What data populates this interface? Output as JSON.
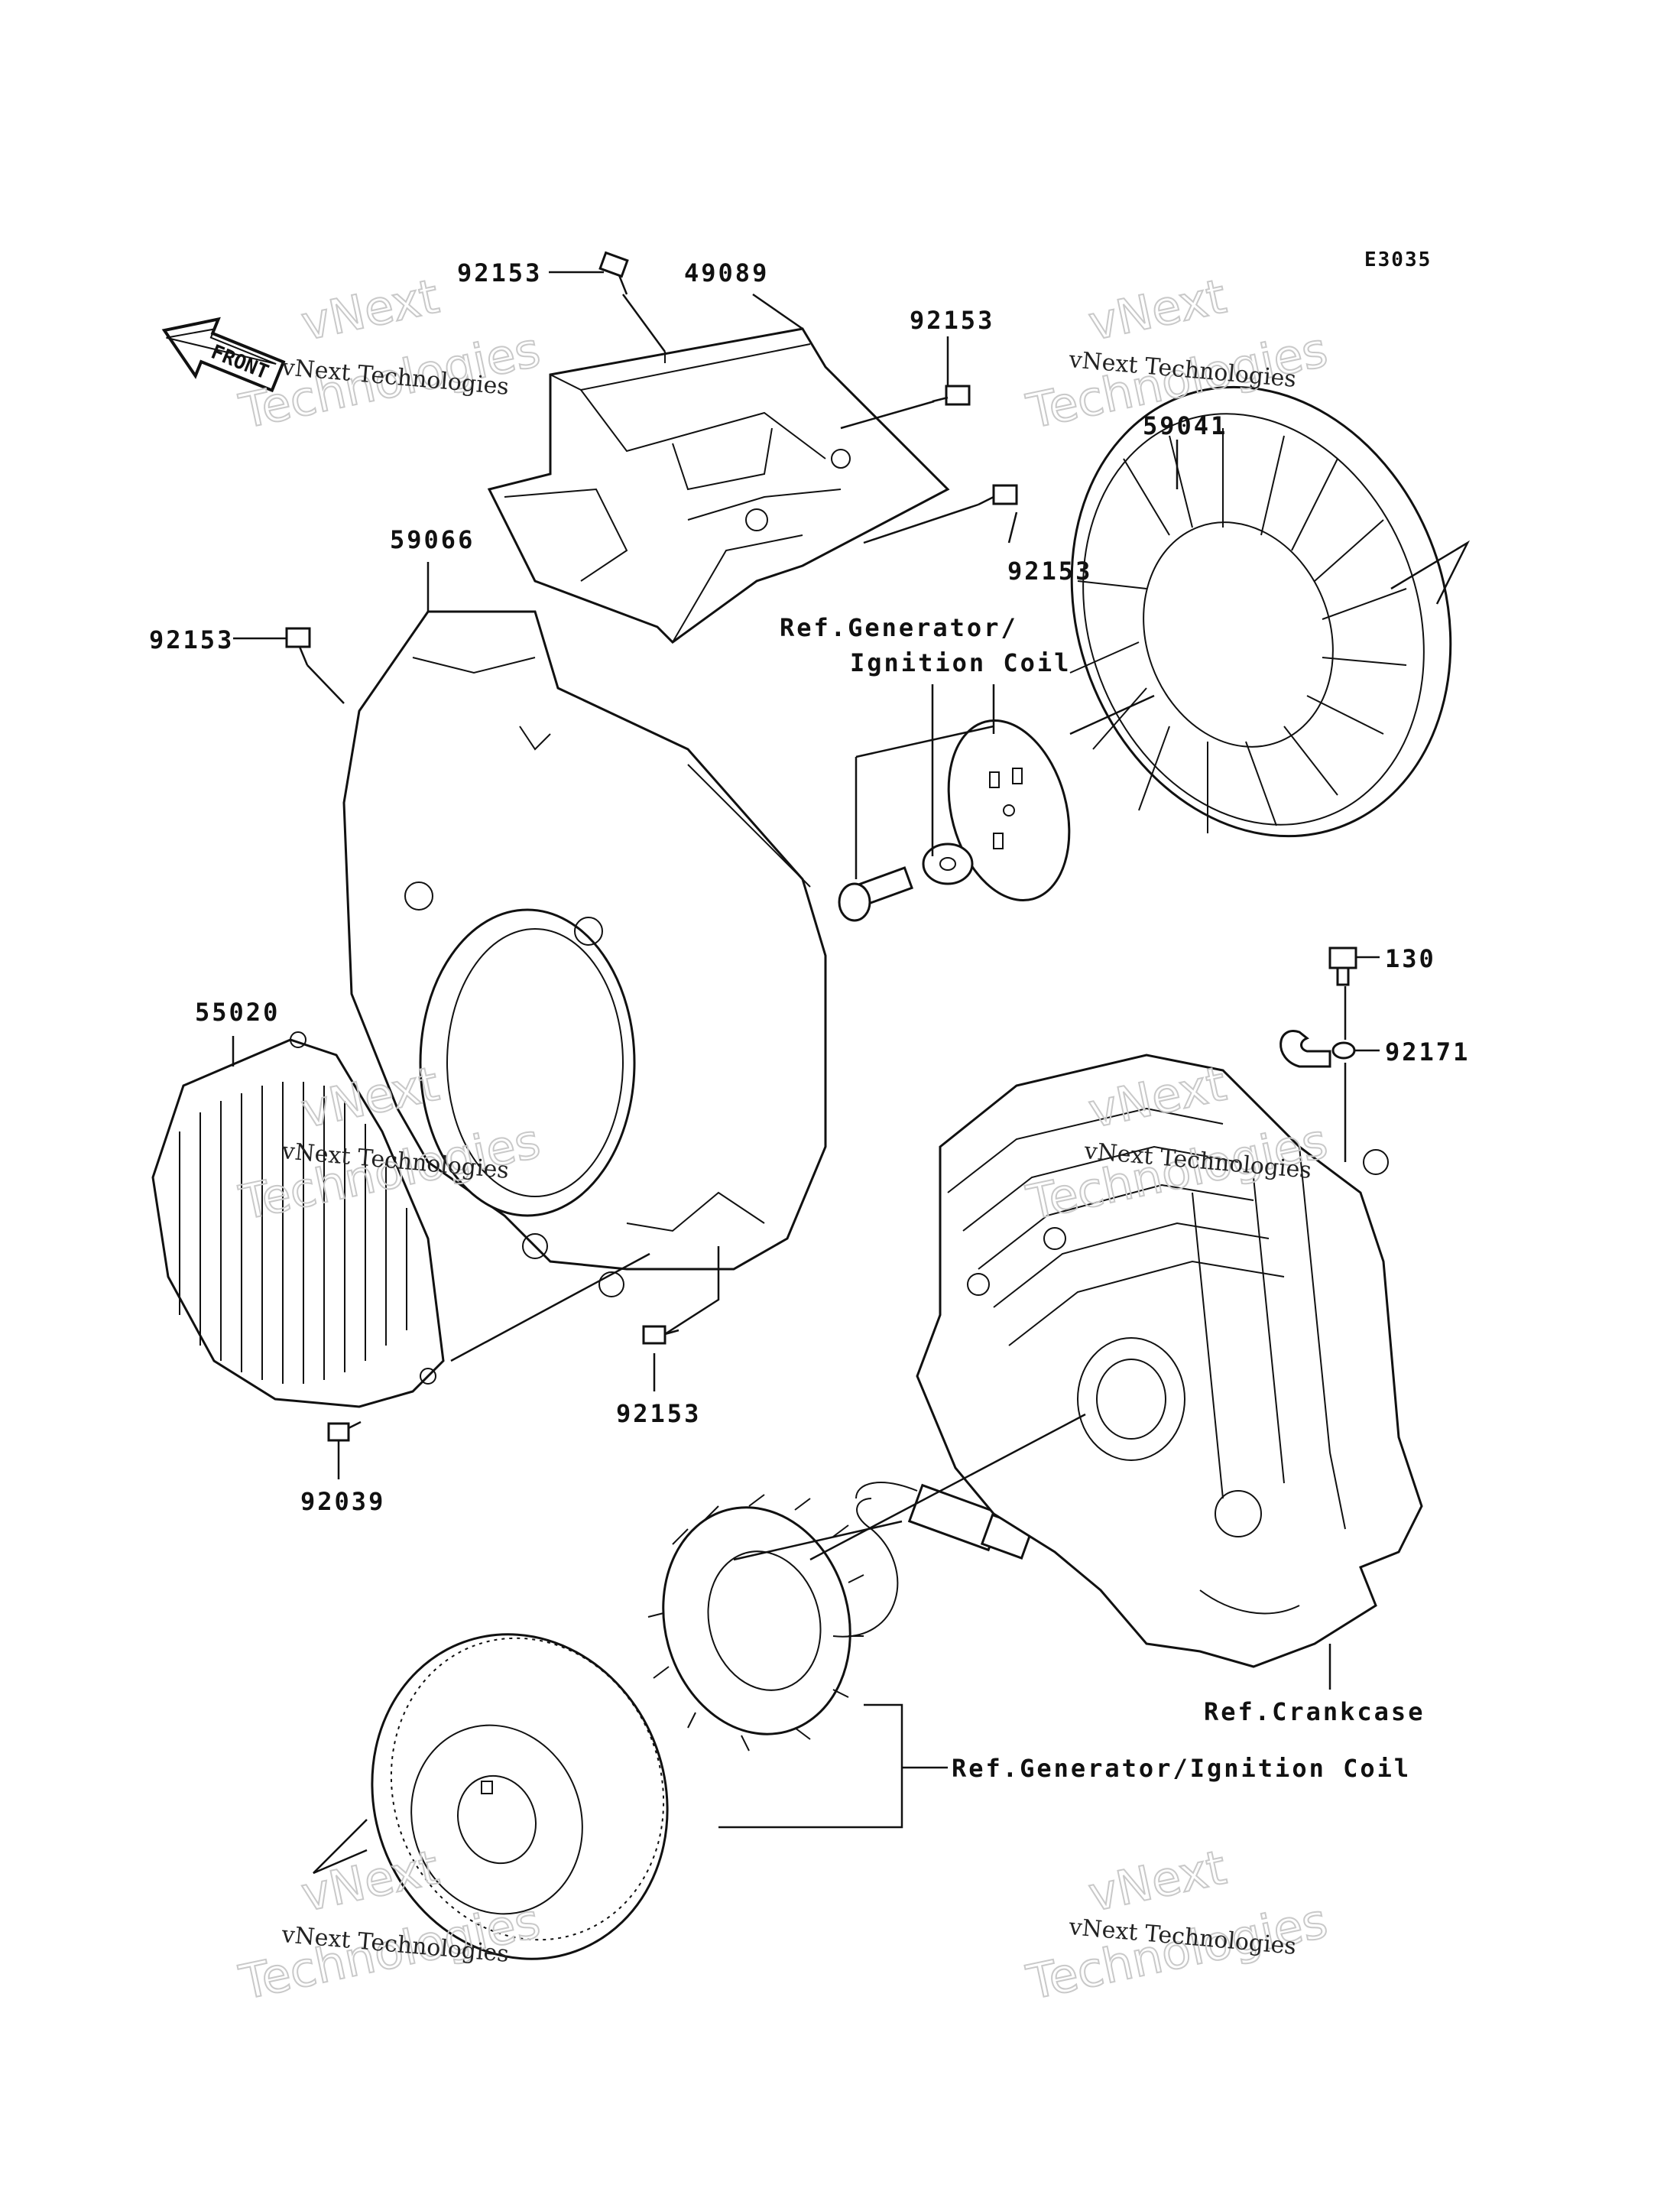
{
  "diagram": {
    "code": "E3035",
    "front_label": "FRONT",
    "watermark": {
      "line1": "vNext Technologies",
      "big1": "vNext",
      "big2": "Technologies"
    },
    "part_labels": {
      "p92153_top": "92153",
      "p49089": "49089",
      "p92153_right1": "92153",
      "p59041": "59041",
      "p92153_right2": "92153",
      "p59066": "59066",
      "p92153_left": "92153",
      "ref_gen_line1": "Ref.Generator/",
      "ref_gen_line2": "Ignition Coil",
      "p130": "130",
      "p92171": "92171",
      "p55020": "55020",
      "p92153_bottom": "92153",
      "p92039": "92039",
      "ref_crankcase": "Ref.Crankcase",
      "ref_gen_bottom": "Ref.Generator/Ignition Coil"
    }
  }
}
